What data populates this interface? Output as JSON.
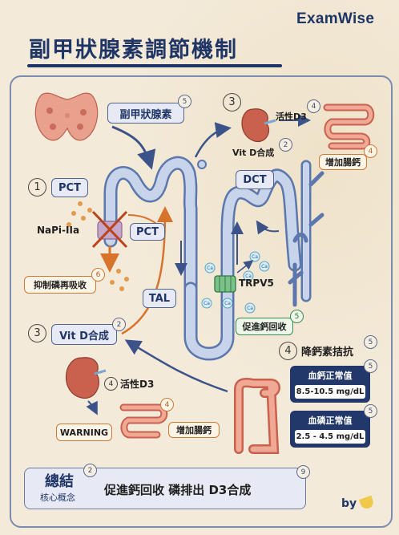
{
  "brand": "ExamWise",
  "title": "副甲狀腺素調節機制",
  "hormone": {
    "label": "副甲狀腺素",
    "num": "5"
  },
  "pct": {
    "step": "1",
    "label": "PCT",
    "transporter": "NaPi-IIa",
    "mid_label": "PCT",
    "inhibit_label": "抑制磷再吸收",
    "inhibit_num": "6"
  },
  "tal": {
    "label": "TAL"
  },
  "dct": {
    "label": "DCT",
    "channel": "TRPV5",
    "ion": "Ca",
    "promote_label": "促進鈣回收",
    "promote_num": "5"
  },
  "kidney_top": {
    "step": "3",
    "vitd": "Vit D合成",
    "vitd_num": "2",
    "active": "活性D3",
    "active_num": "4",
    "absorb": "增加腸鈣",
    "absorb_num": "4"
  },
  "kidney_left": {
    "step": "3",
    "vitd": "Vit D合成",
    "vitd_num": "2",
    "active": "活性D3",
    "active_step": "4",
    "warning": "WARNING",
    "warning_num": "4",
    "absorb": "增加腸鈣"
  },
  "antagonist": {
    "step": "4",
    "label": "降鈣素拮抗",
    "num": "5"
  },
  "stats": [
    {
      "header": "血鈣正常值",
      "value": "8.5-10.5 mg/dL",
      "num": "5"
    },
    {
      "header": "血磷正常值",
      "value": "2.5 - 4.5 mg/dL",
      "num": "5"
    }
  ],
  "summary": {
    "title": "總結",
    "title_num": "2",
    "subtitle": "核心概念",
    "text": "促進鈣回收 磷排出 D3合成",
    "text_num": "9"
  },
  "byline": "by"
}
